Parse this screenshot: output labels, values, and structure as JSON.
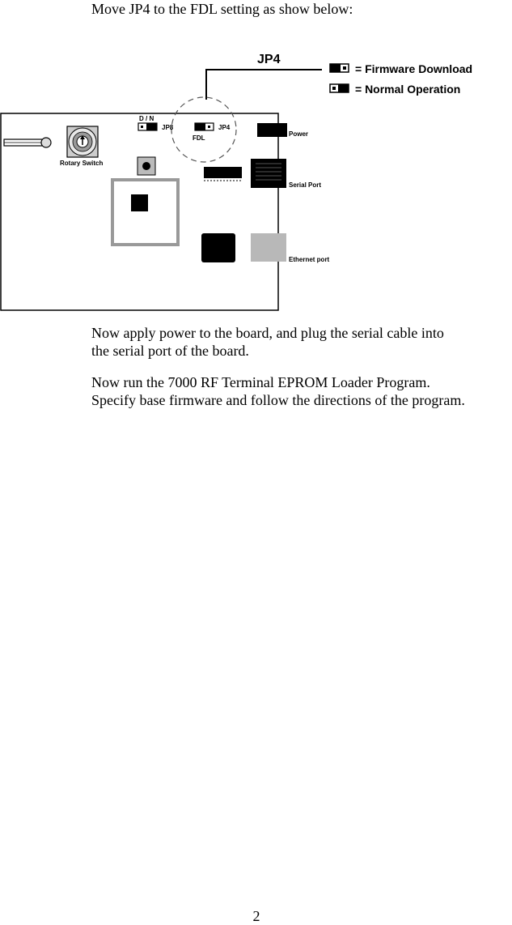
{
  "intro": "Move JP4 to the FDL setting as show below:",
  "diagram": {
    "jp4_title": "JP4",
    "legend_firmware": "= Firmware Download",
    "legend_normal": "= Normal Operation",
    "dn_label": "D / N",
    "jp8_label": "JP8",
    "jp4_label": "JP4",
    "fdl_label": "FDL",
    "rotary_label": "Rotary Switch",
    "power_label": "Power",
    "serial_label": "Serial Port",
    "ethernet_label": "Ethernet port"
  },
  "para1_line1": "Now apply power to the board, and plug the serial cable into",
  "para1_line2": "the serial port of the board.",
  "para2_line1": "Now run the 7000 RF Terminal EPROM Loader Program.",
  "para2_line2": "Specify base firmware and follow the directions of the program.",
  "page_number": "2"
}
